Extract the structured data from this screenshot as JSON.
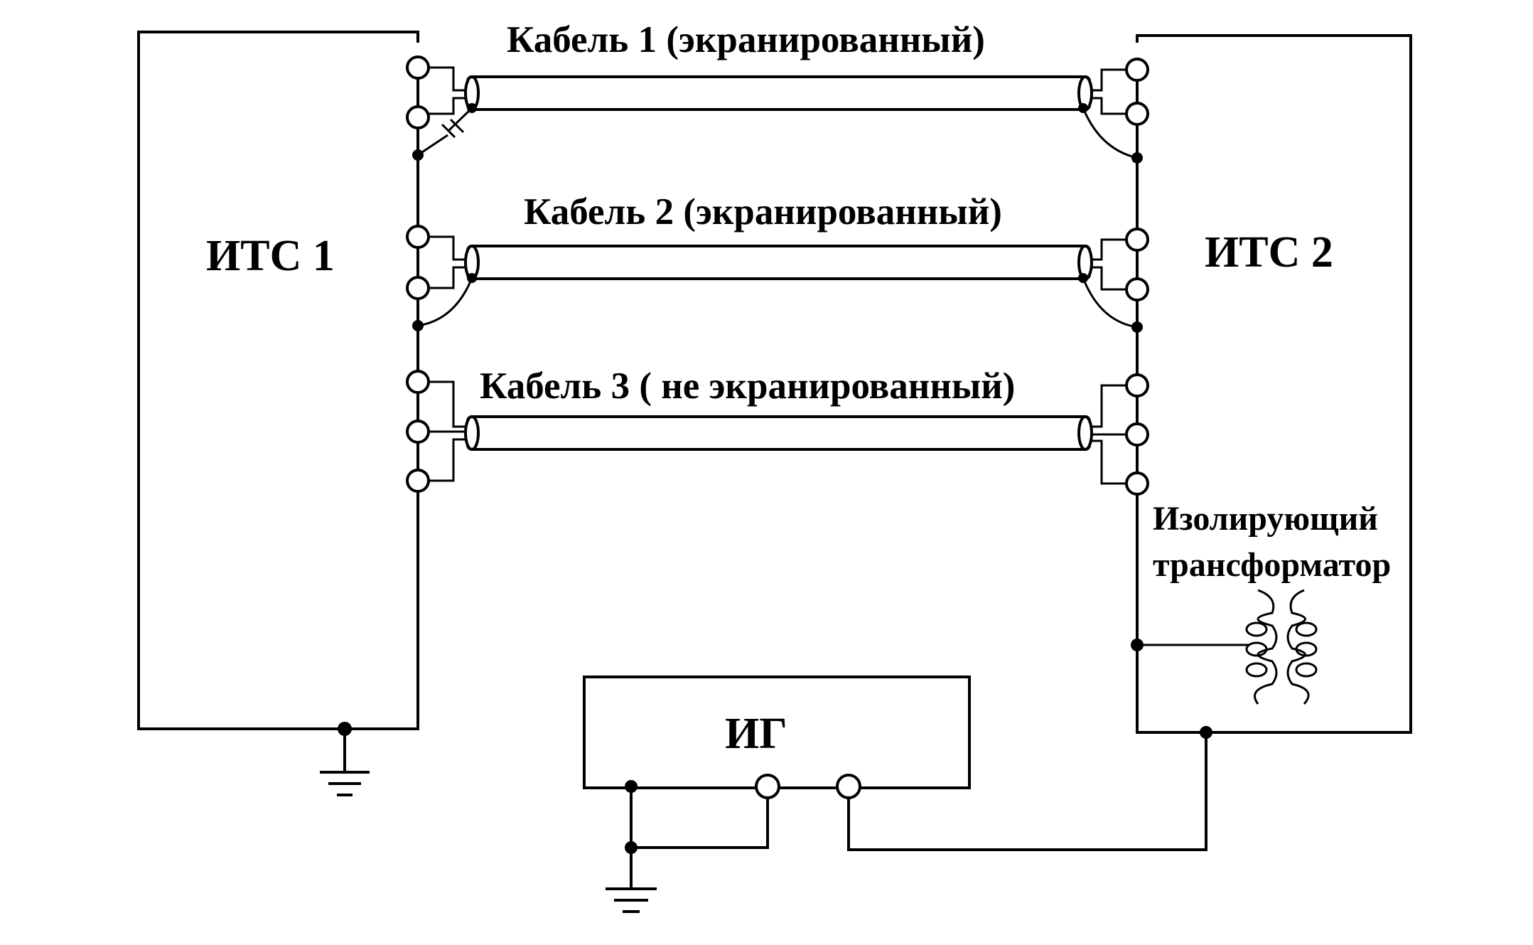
{
  "diagram": {
    "its1_label": "ИТС 1",
    "its2_label": "ИТС 2",
    "generator_label": "ИГ",
    "cables": [
      {
        "label": "Кабель 1 (экранированный)"
      },
      {
        "label": "Кабель 2 (экранированный)"
      },
      {
        "label": "Кабель 3 ( не экранированный)"
      }
    ],
    "transformer": {
      "line1": "Изолирующий",
      "line2": "трансформатор"
    }
  }
}
